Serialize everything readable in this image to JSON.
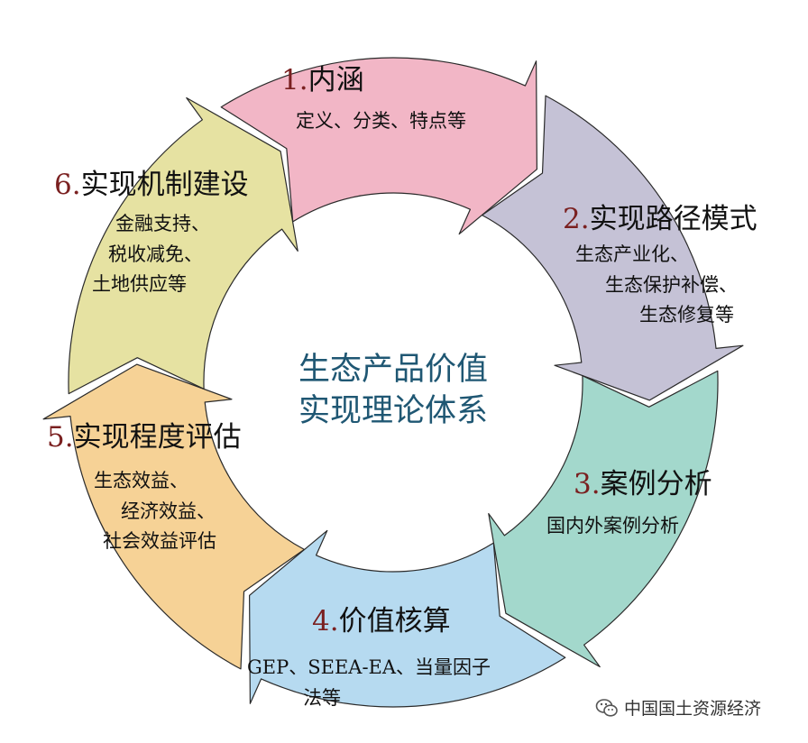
{
  "diagram": {
    "center_title": [
      "生态产品价值",
      "实现理论体系"
    ],
    "center_color": "#1f5773",
    "number_color": "#7a2020",
    "segments": [
      {
        "num": "1.",
        "title": "内涵",
        "desc": [
          "定义、分类、特点等"
        ],
        "fill": "#f2b6c6"
      },
      {
        "num": "2.",
        "title": "实现路径模式",
        "desc": [
          "生态产业化、",
          "生态保护补偿、",
          "生态修复等"
        ],
        "fill": "#c5c2d6"
      },
      {
        "num": "3.",
        "title": "案例分析",
        "desc": [
          "国内外案例分析"
        ],
        "fill": "#a3d8cc"
      },
      {
        "num": "4.",
        "title": "价值核算",
        "desc": [
          "GEP、SEEA-EA、当量因子",
          "法等"
        ],
        "fill": "#b6daf0"
      },
      {
        "num": "5.",
        "title": "实现程度评估",
        "desc": [
          "生态效益、",
          "经济效益、",
          "社会效益评估"
        ],
        "fill": "#f6d296"
      },
      {
        "num": "6.",
        "title": "实现机制建设",
        "desc": [
          "金融支持、",
          "税收减免、",
          "土地供应等"
        ],
        "fill": "#e6e2a2"
      }
    ]
  },
  "footer": {
    "icon": "wechat-icon",
    "text": "中国国土资源经济"
  }
}
